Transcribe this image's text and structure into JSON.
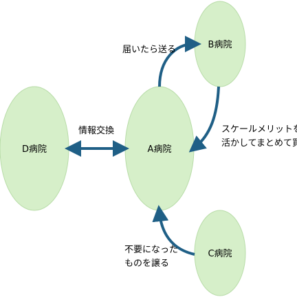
{
  "colors": {
    "node_fill": "#d6efc9",
    "node_stroke": "#b8dca8",
    "arrow": "#1f5f86"
  },
  "nodes": {
    "a": {
      "label": "A病院"
    },
    "b": {
      "label": "B病院"
    },
    "c": {
      "label": "C病院"
    },
    "d": {
      "label": "D病院"
    }
  },
  "edges": {
    "a_to_b": {
      "label": "届いたら送る"
    },
    "b_to_a": {
      "label_line1": "スケールメリットを",
      "label_line2": "活かしてまとめて買う"
    },
    "c_to_a": {
      "label_line1": "不要になった",
      "label_line2": "ものを譲る"
    },
    "a_d": {
      "label": "情報交換"
    }
  }
}
